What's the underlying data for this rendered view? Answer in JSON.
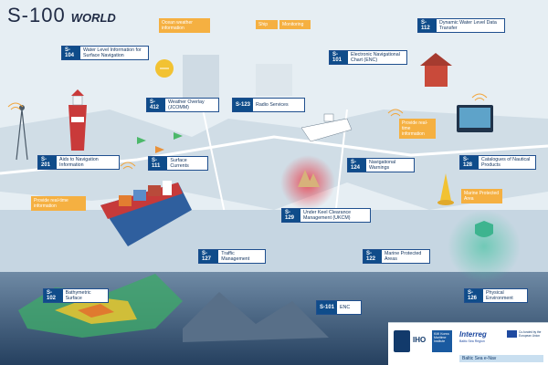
{
  "title": {
    "main": "S-100",
    "sub": "WORLD"
  },
  "labels": [
    {
      "key": "s104",
      "code": "S-104",
      "text": "Water Level Information for Surface Navigation"
    },
    {
      "key": "s101top",
      "code": "S-101",
      "text": "Electronic Navigational Chart (ENC)"
    },
    {
      "key": "s111top",
      "code": "S-112",
      "text": "Dynamic Water Level Data Transfer"
    },
    {
      "key": "s412",
      "code": "S-412",
      "text": "Weather Overlay (JCOMM)"
    },
    {
      "key": "s123",
      "code": "S-123",
      "text": "Radio Services"
    },
    {
      "key": "s201",
      "code": "S-201",
      "text": "Aids to Navigation Information"
    },
    {
      "key": "s111",
      "code": "S-111",
      "text": "Surface Currents"
    },
    {
      "key": "s124",
      "code": "S-124",
      "text": "Navigational Warnings"
    },
    {
      "key": "s128",
      "code": "S-128",
      "text": "Catalogues of Nautical Products"
    },
    {
      "key": "s129",
      "code": "S-129",
      "text": "Under Keel Clearance Management (UKCM)"
    },
    {
      "key": "s127",
      "code": "S-127",
      "text": "Traffic Management"
    },
    {
      "key": "s122",
      "code": "S-122",
      "text": "Marine Protected Areas"
    },
    {
      "key": "s102",
      "code": "S-102",
      "text": "Bathymetric Surface"
    },
    {
      "key": "s101bot",
      "code": "S-101",
      "text": "ENC"
    },
    {
      "key": "s126",
      "code": "S-126",
      "text": "Physical Environment"
    }
  ],
  "notes": {
    "ocean_weather": "Ocean weather information",
    "ship": "Ship",
    "monitoring": "Monitoring",
    "provide_rt_left": "Provide real-time information",
    "provide_rt_right": "Provide real-time information",
    "marine_protected": "Marine Protected Area"
  },
  "footer": {
    "iho": "IHO",
    "kmi": "KMI Korea Maritime Institute",
    "interreg": "Interreg",
    "interreg_sub": "Baltic Sea Region",
    "eu": "Co-funded by the European Union",
    "bsen": "Baltic Sea e-Nav"
  },
  "colors": {
    "label_code_bg": "#0f4c8a",
    "note_bg": "#f5b041",
    "sea": "#3e5e7f"
  },
  "icons": [
    "lighthouse-icon",
    "ship-icon",
    "radar-tower-icon",
    "buoy-icon",
    "shield-icon",
    "wifi-icon"
  ]
}
